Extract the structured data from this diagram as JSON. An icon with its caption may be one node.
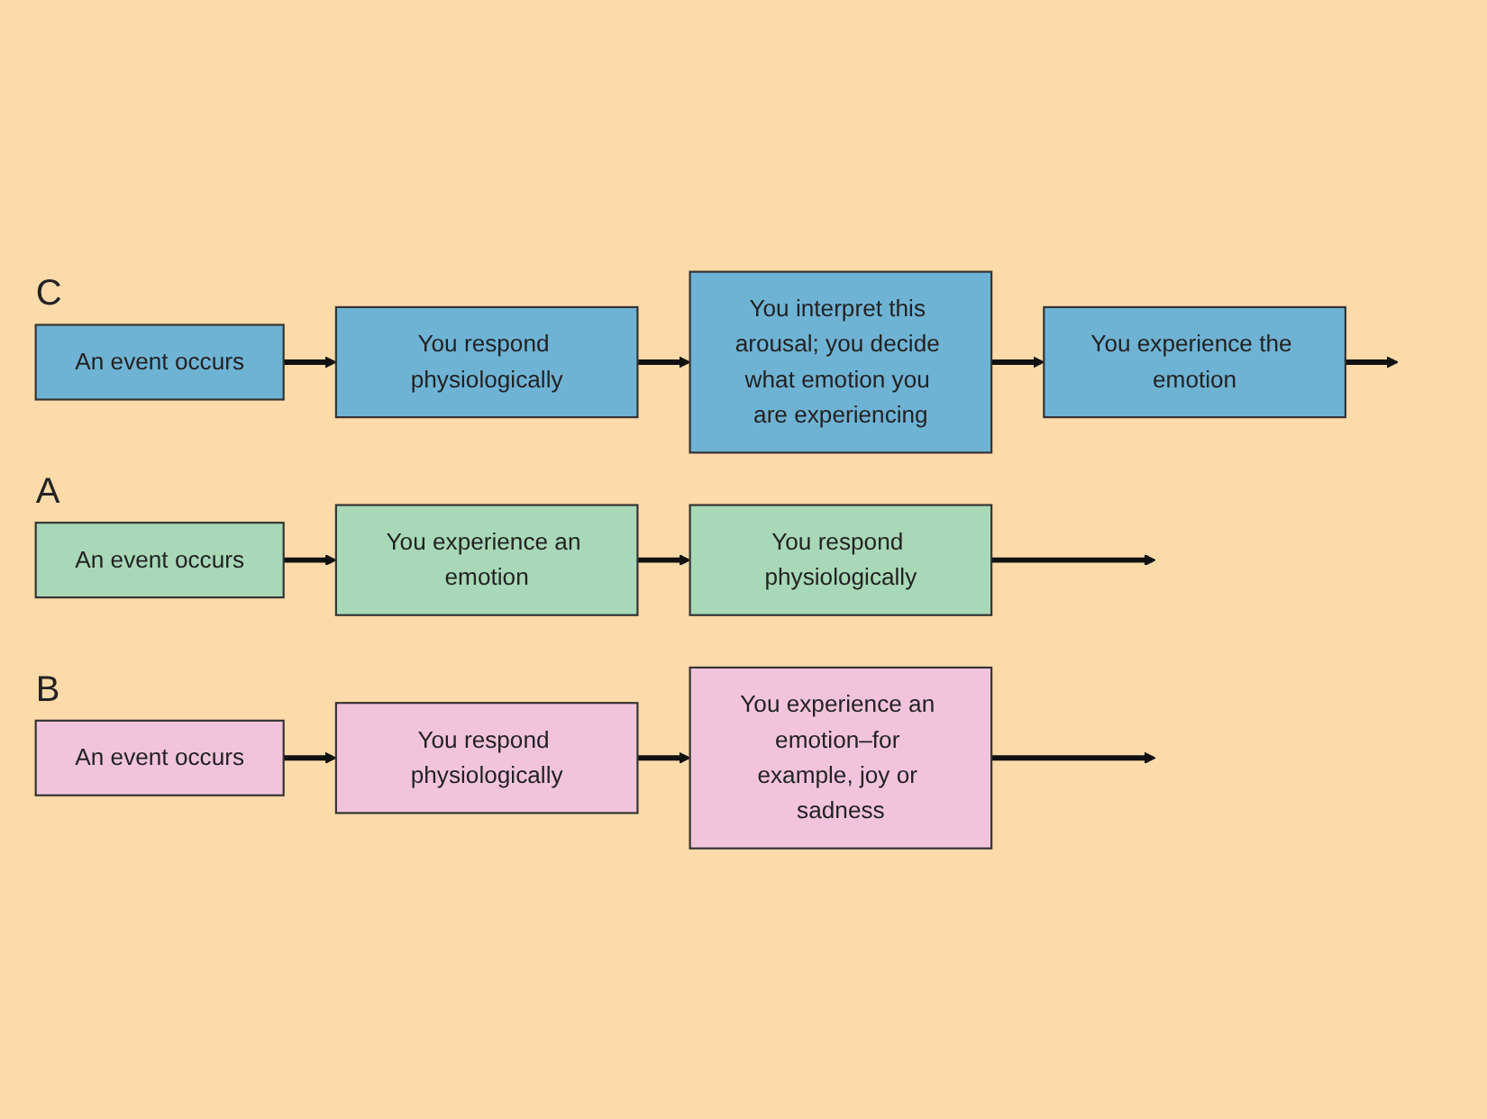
{
  "diagram": {
    "nodes": [
      {
        "text": [
          "An event occurs"
        ]
      },
      {
        "text": [
          "You experience an emotion"
        ]
      },
      {
        "text": [
          "You respond physiologically"
        ]
      },
      {
        "text": [
          "An event occurs"
        ]
      },
      {
        "text": [
          "You respond physiologically"
        ]
      },
      {
        "text": [
          "You experience an emotion–for example, joy or sadness"
        ]
      },
      {
        "text": [
          "An event occurs"
        ]
      },
      {
        "text": [
          "You respond physiologically"
        ]
      },
      {
        "text": [
          "You interpret this arousal; you decide what emotion you are experiencing"
        ]
      },
      {
        "text": [
          "You experience the emotion"
        ]
      }
    ],
    "edges": [
      {
        "from": 0,
        "to": 1,
        "arrow": "to"
      },
      {
        "from": 1,
        "to": 2,
        "arrow": "to"
      },
      {
        "from": 2,
        "to": null,
        "arrow": "to"
      },
      {
        "from": 3,
        "to": 4,
        "arrow": "to"
      },
      {
        "from": 4,
        "to": 5,
        "arrow": "to"
      },
      {
        "from": 5,
        "to": null,
        "arrow": "to"
      },
      {
        "from": 6,
        "to": 7,
        "arrow": "to"
      },
      {
        "from": 7,
        "to": 8,
        "arrow": "to"
      },
      {
        "from": 8,
        "to": 9,
        "arrow": "to"
      },
      {
        "from": 9,
        "to": null,
        "arrow": "to"
      }
    ],
    "labels": [
      "A",
      "B",
      "C"
    ]
  }
}
